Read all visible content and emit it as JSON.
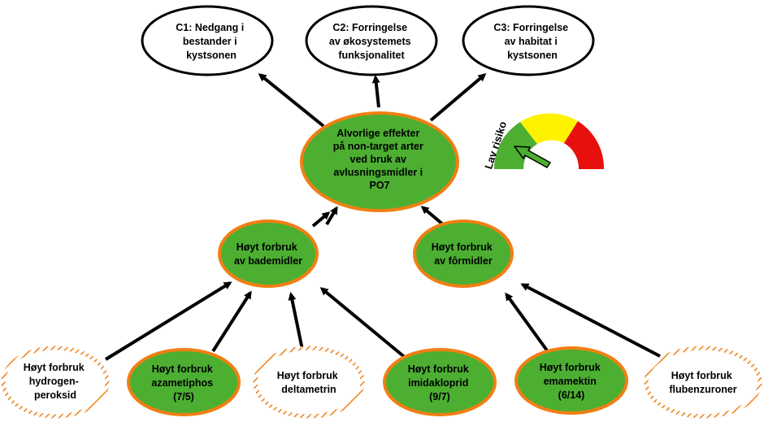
{
  "colors": {
    "green": "#4CAF32",
    "orange": "#F07F14",
    "yellow": "#FFF200",
    "red": "#E8100C",
    "black": "#000000",
    "white": "#FFFFFF"
  },
  "consequences": [
    {
      "lines": [
        "C1: Nedgang i",
        "bestander i",
        "kystsonen"
      ]
    },
    {
      "lines": [
        "C2: Forringelse",
        "av økosystemets",
        "funksjonalitet"
      ]
    },
    {
      "lines": [
        "C3: Forringelse",
        "av habitat i",
        "kystsonen"
      ]
    }
  ],
  "central": {
    "lines": [
      "Alvorlige effekter",
      "på non-target arter",
      "ved bruk av",
      "avlusningsmidler i",
      "PO7"
    ]
  },
  "mid": [
    {
      "lines": [
        "Høyt forbruk",
        "av bademidler"
      ]
    },
    {
      "lines": [
        "Høyt forbruk",
        "av fôrmidler"
      ]
    }
  ],
  "drivers": [
    {
      "lines": [
        "Høyt forbruk",
        "hydrogen-",
        "peroksid"
      ],
      "style": "hatched"
    },
    {
      "lines": [
        "Høyt forbruk",
        "azametiphos",
        "(7/5)"
      ],
      "style": "filled"
    },
    {
      "lines": [
        "Høyt forbruk",
        "deltametrin"
      ],
      "style": "hatched"
    },
    {
      "lines": [
        "Høyt forbruk",
        "imidakloprid",
        "(9/7)"
      ],
      "style": "filled"
    },
    {
      "lines": [
        "Høyt forbruk",
        "emamektin",
        "(6/14)"
      ],
      "style": "filled"
    },
    {
      "lines": [
        "Høyt forbruk",
        "flubenzuroner"
      ],
      "style": "hatched"
    }
  ],
  "gauge": {
    "label": "Lav risiko",
    "level": "low",
    "segments": [
      "green",
      "yellow",
      "red"
    ]
  }
}
